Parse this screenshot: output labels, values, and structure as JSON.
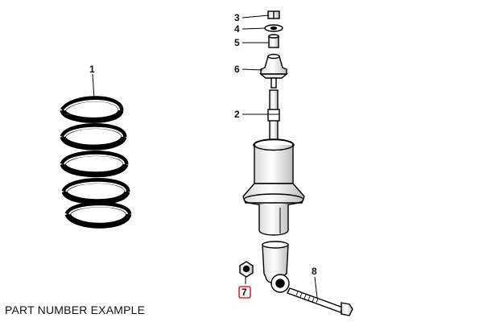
{
  "diagram": {
    "caption": "PART NUMBER EXAMPLE",
    "callouts": [
      {
        "id": "1",
        "label": "1",
        "highlighted": false
      },
      {
        "id": "2",
        "label": "2",
        "highlighted": false
      },
      {
        "id": "3",
        "label": "3",
        "highlighted": false
      },
      {
        "id": "4",
        "label": "4",
        "highlighted": false
      },
      {
        "id": "5",
        "label": "5",
        "highlighted": false
      },
      {
        "id": "6",
        "label": "6",
        "highlighted": false
      },
      {
        "id": "7",
        "label": "7",
        "highlighted": true
      },
      {
        "id": "8",
        "label": "8",
        "highlighted": false
      }
    ],
    "highlight_color": "#e0262b"
  }
}
